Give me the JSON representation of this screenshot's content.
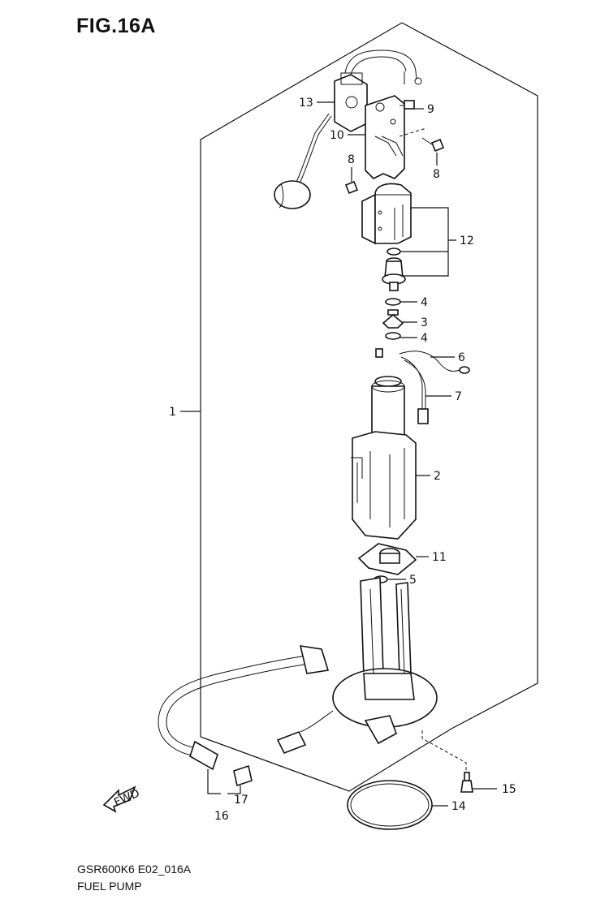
{
  "figure": {
    "title": "FIG.16A",
    "code": "GSR600K6 E02_016A",
    "name": "FUEL PUMP",
    "fwd_label": "FWD"
  },
  "callouts": [
    {
      "id": "c1",
      "label": "1"
    },
    {
      "id": "c2",
      "label": "2"
    },
    {
      "id": "c3",
      "label": "3"
    },
    {
      "id": "c4a",
      "label": "4"
    },
    {
      "id": "c4b",
      "label": "4"
    },
    {
      "id": "c5",
      "label": "5"
    },
    {
      "id": "c6",
      "label": "6"
    },
    {
      "id": "c7",
      "label": "7"
    },
    {
      "id": "c8a",
      "label": "8"
    },
    {
      "id": "c8b",
      "label": "8"
    },
    {
      "id": "c9",
      "label": "9"
    },
    {
      "id": "c10",
      "label": "10"
    },
    {
      "id": "c11",
      "label": "11"
    },
    {
      "id": "c12",
      "label": "12"
    },
    {
      "id": "c13",
      "label": "13"
    },
    {
      "id": "c14",
      "label": "14"
    },
    {
      "id": "c15",
      "label": "15"
    },
    {
      "id": "c16",
      "label": "16"
    },
    {
      "id": "c17",
      "label": "17"
    }
  ]
}
